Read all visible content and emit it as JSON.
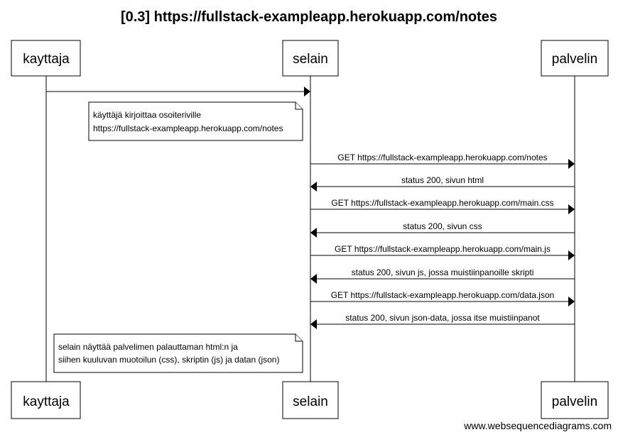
{
  "title": "[0.3] https://fullstack-exampleapp.herokuapp.com/notes",
  "participants": [
    "kayttaja",
    "selain",
    "palvelin"
  ],
  "messages": [
    {
      "from": "kayttaja",
      "to": "selain",
      "label": ""
    },
    {
      "from": "selain",
      "to": "palvelin",
      "label": "GET https://fullstack-exampleapp.herokuapp.com/notes"
    },
    {
      "from": "palvelin",
      "to": "selain",
      "label": "status 200, sivun html"
    },
    {
      "from": "selain",
      "to": "palvelin",
      "label": "GET https://fullstack-exampleapp.herokuapp.com/main.css"
    },
    {
      "from": "palvelin",
      "to": "selain",
      "label": "status 200, sivun css"
    },
    {
      "from": "selain",
      "to": "palvelin",
      "label": "GET https://fullstack-exampleapp.herokuapp.com/main.js"
    },
    {
      "from": "palvelin",
      "to": "selain",
      "label": "status 200, sivun js, jossa muistiinpanoille skripti"
    },
    {
      "from": "selain",
      "to": "palvelin",
      "label": "GET https://fullstack-exampleapp.herokuapp.com/data.json"
    },
    {
      "from": "palvelin",
      "to": "selain",
      "label": "status 200, sivun json-data, jossa itse muistiinpanot"
    }
  ],
  "notes": [
    {
      "lines": [
        "käyttäjä kirjoittaa osoiteriville",
        "https://fullstack-exampleapp.herokuapp.com/notes"
      ]
    },
    {
      "lines": [
        "selain näyttää palvelimen palauttaman html:n ja",
        "siihen kuuluvan muotoilun (css), skriptin (js) ja datan (json)"
      ]
    }
  ],
  "watermark": "www.websequencediagrams.com"
}
